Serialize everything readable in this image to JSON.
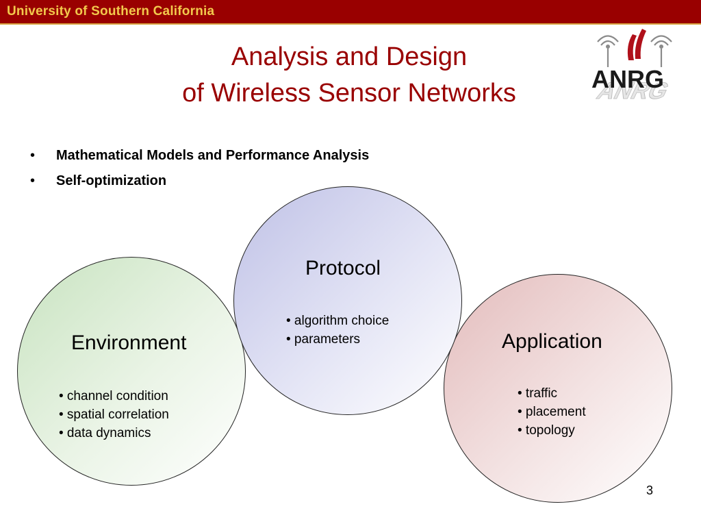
{
  "banner": {
    "text": "University of Southern California",
    "bg_color": "#990000",
    "text_color": "#f2c94c"
  },
  "title": {
    "line1": "Analysis and Design",
    "line2": "of Wireless Sensor Networks",
    "color": "#990000"
  },
  "logo": {
    "text": "ANRG",
    "icon": "antenna-icon"
  },
  "bullets": [
    {
      "marker": "•",
      "text": "Mathematical Models and Performance Analysis"
    },
    {
      "marker": "•",
      "text": "Self-optimization"
    }
  ],
  "circles": {
    "protocol": {
      "title": "Protocol",
      "items": [
        "• algorithm choice",
        "• parameters"
      ]
    },
    "environment": {
      "title": "Environment",
      "items": [
        "• channel condition",
        "• spatial correlation",
        "• data dynamics"
      ]
    },
    "application": {
      "title": "Application",
      "items": [
        "• traffic",
        "• placement",
        "• topology"
      ]
    }
  },
  "page_number": "3"
}
